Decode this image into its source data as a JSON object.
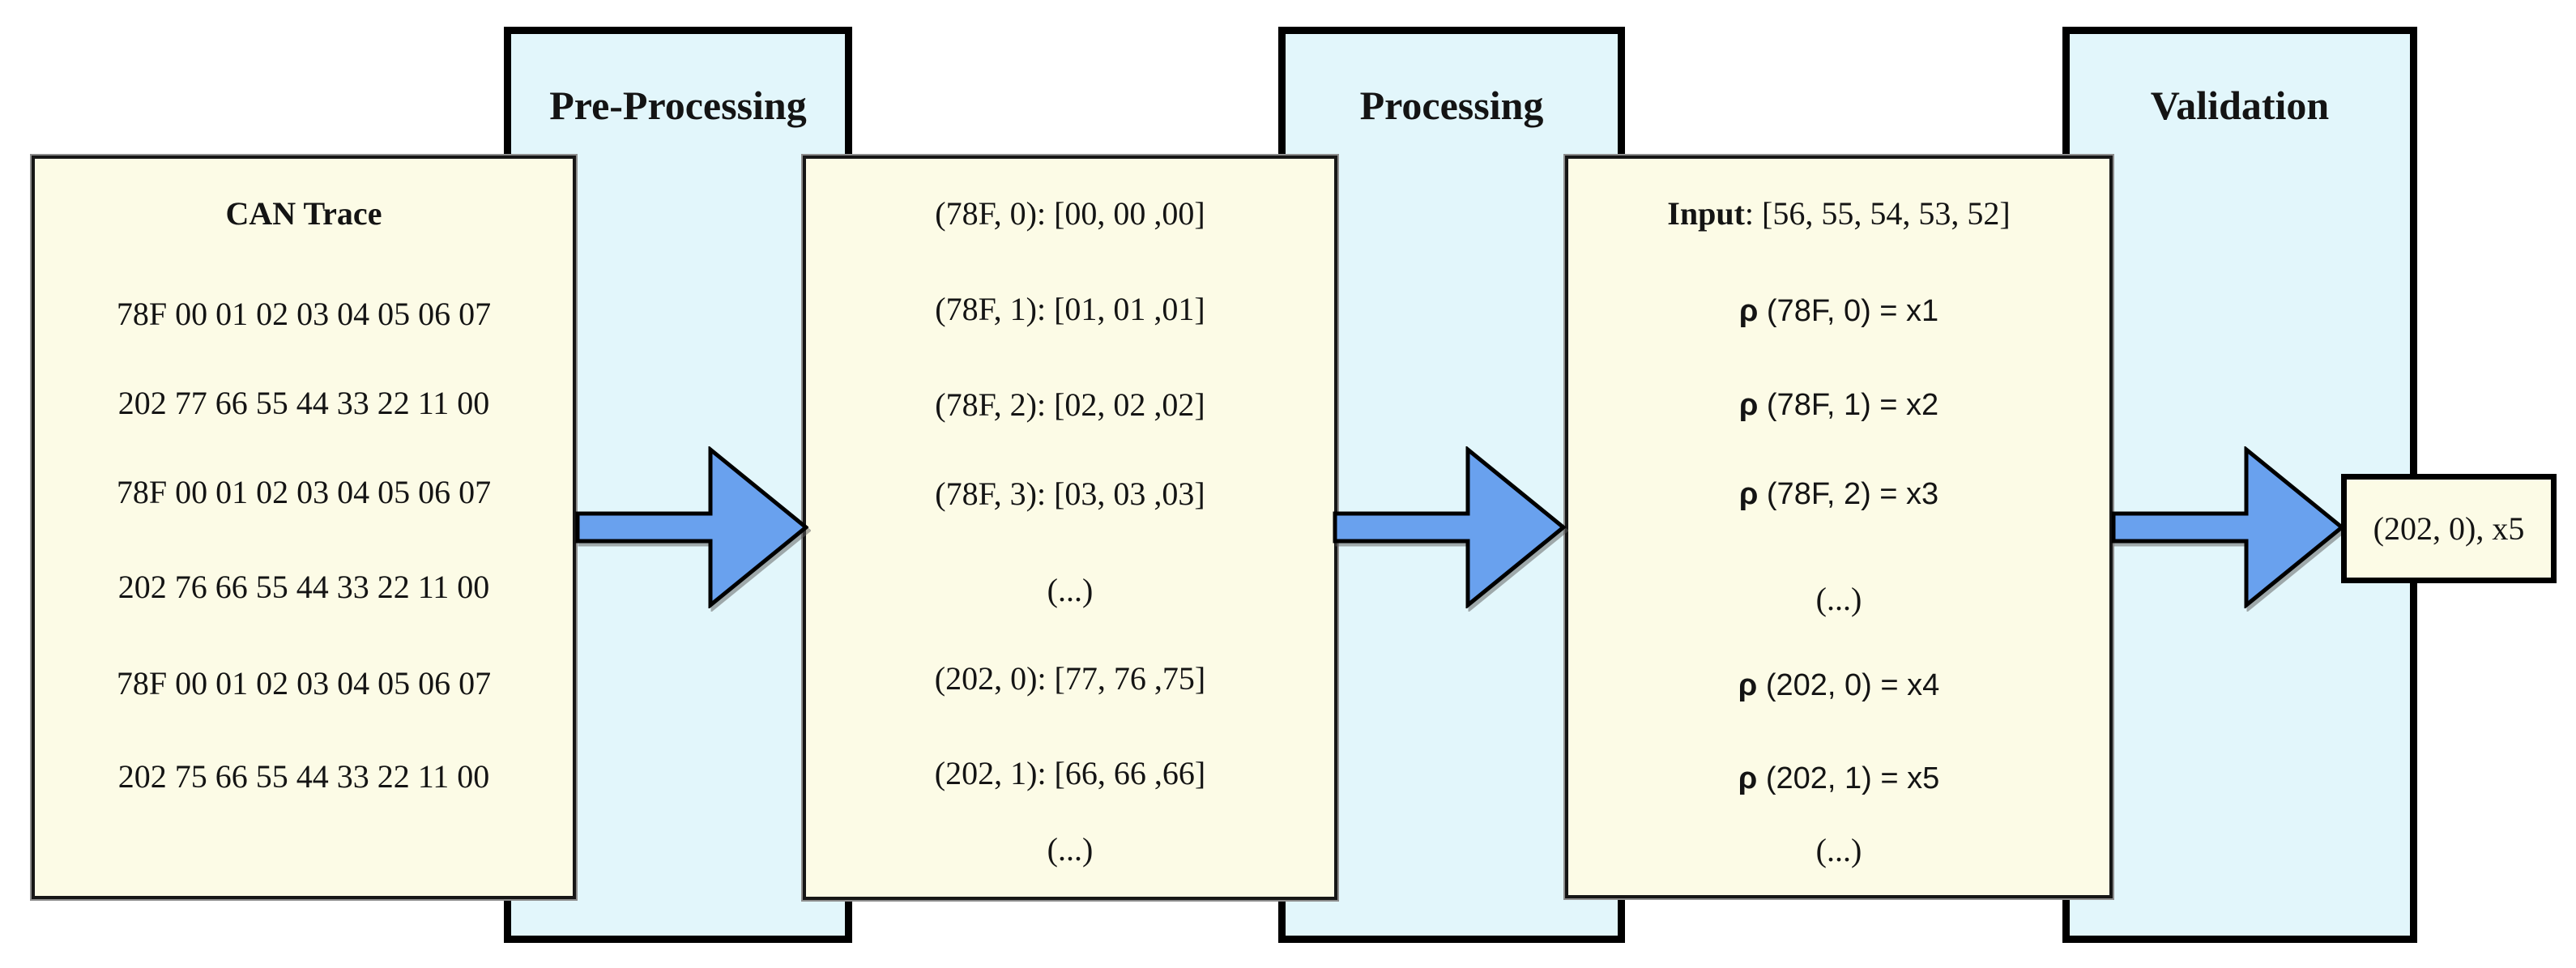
{
  "stages": [
    {
      "label": "Pre-Processing"
    },
    {
      "label": "Processing"
    },
    {
      "label": "Validation"
    }
  ],
  "can_trace_box": {
    "title": "CAN Trace",
    "rows": [
      "78F 00 01 02 03 04 05 06 07",
      "202 77 66 55 44 33 22 11 00",
      "78F 00 01 02 03 04 05 06 07",
      "202 76 66 55 44 33 22 11 00",
      "78F 00 01 02 03 04 05 06 07",
      "202 75 66 55 44 33 22 11 00"
    ]
  },
  "signal_matrix_box": {
    "rows": [
      "(78F, 0): [00, 00 ,00]",
      "(78F, 1): [01, 01 ,01]",
      "(78F, 2): [02, 02 ,02]",
      "(78F, 3): [03, 03 ,03]",
      "(...)",
      "(202, 0): [77, 76 ,75]",
      "(202, 1): [66, 66 ,66]",
      "(...)"
    ]
  },
  "model_box": {
    "rows": [
      {
        "prefix": "Input",
        "rest": ": [56, 55, 54, 53, 52]"
      },
      {
        "prefix": "ρ",
        "rest": " (78F, 0) = x1"
      },
      {
        "prefix": "ρ",
        "rest": " (78F, 1) = x2"
      },
      {
        "prefix": "ρ",
        "rest": " (78F, 2) = x3"
      },
      {
        "prefix": "",
        "rest": "(...)"
      },
      {
        "prefix": "ρ",
        "rest": " (202, 0) = x4"
      },
      {
        "prefix": "ρ",
        "rest": " (202, 1) = x5"
      },
      {
        "prefix": "",
        "rest": "(...)"
      }
    ]
  },
  "output_box": {
    "text": "(202, 0), x5"
  },
  "colors": {
    "panel_fill": "#E2F6FB",
    "box_fill": "#FCFBE6",
    "arrow_fill": "#69A1EE",
    "arrow_stroke": "#000000",
    "text": "#141414"
  }
}
